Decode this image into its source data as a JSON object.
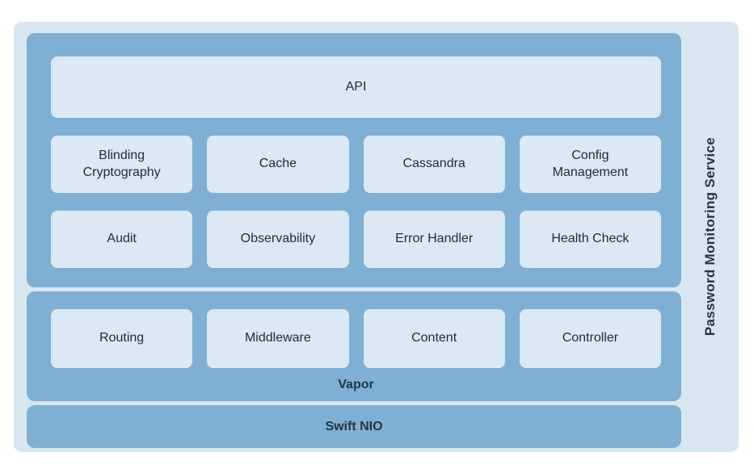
{
  "title": "Password Monitoring Service",
  "colors": {
    "page_background": "#ffffff",
    "outer_container": "#d8e6f0",
    "panel_blue": "#7fb0d3",
    "box_light": "#dbe9f5",
    "label_text": "#1d2b3a",
    "bold_label_text": "#233447"
  },
  "service": {
    "api": "API",
    "row2": [
      "Blinding\nCryptography",
      "Cache",
      "Cassandra",
      "Config\nManagement"
    ],
    "row3": [
      "Audit",
      "Observability",
      "Error Handler",
      "Health Check"
    ]
  },
  "vapor": {
    "label": "Vapor",
    "row": [
      "Routing",
      "Middleware",
      "Content",
      "Controller"
    ]
  },
  "swift_nio": {
    "label": "Swift NIO"
  }
}
